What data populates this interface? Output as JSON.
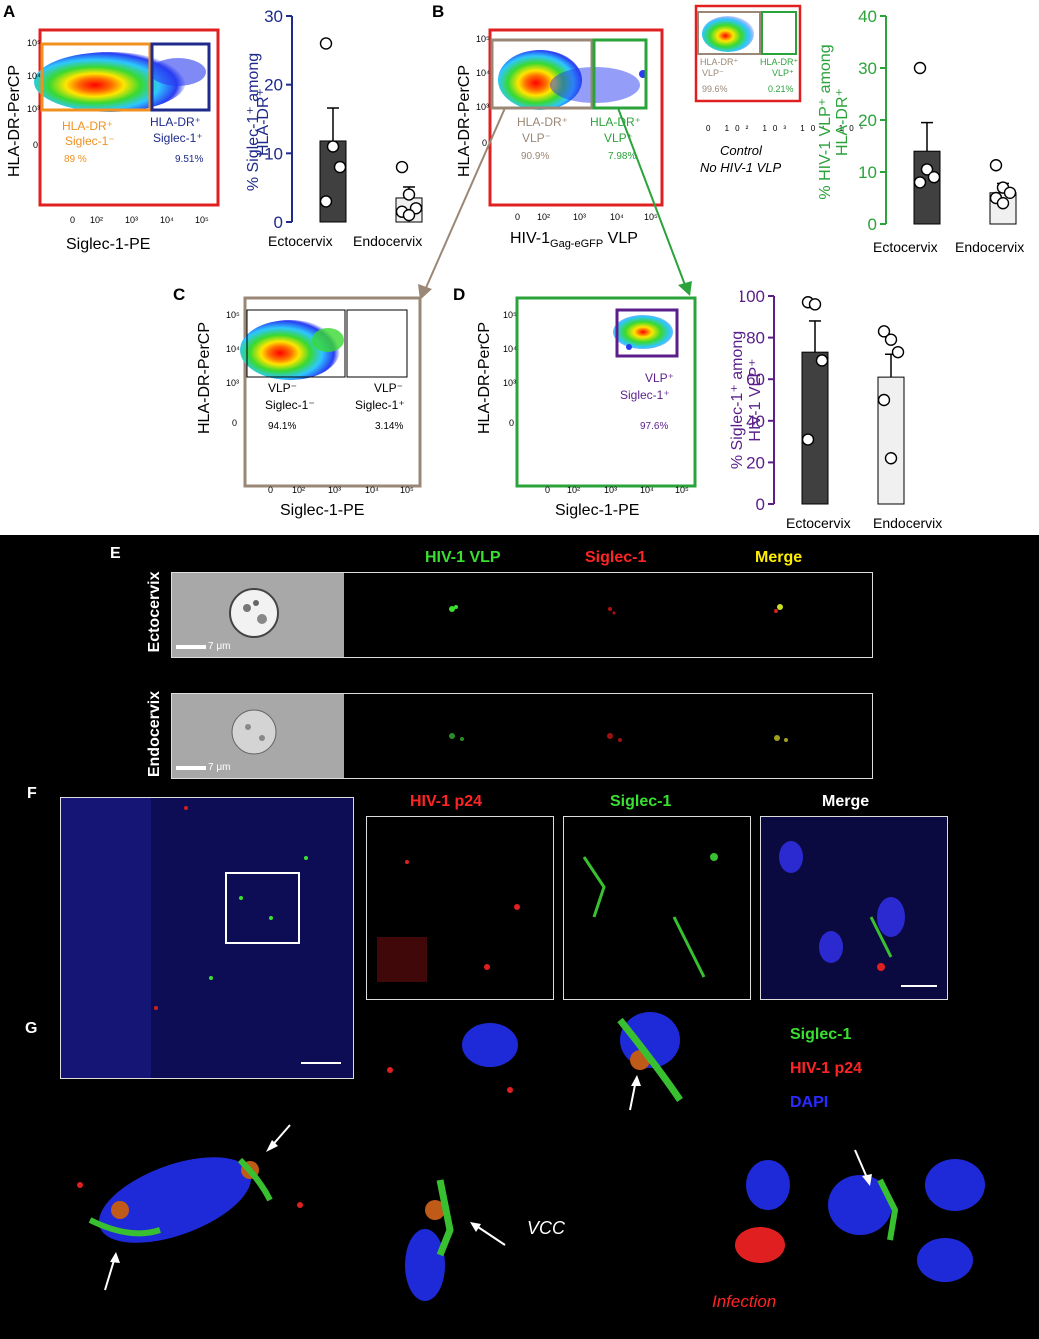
{
  "panels": {
    "A": {
      "letter": "A",
      "y_axis": "HLA-DR-PerCP",
      "x_axis": "Siglec-1-PE",
      "gate1": {
        "line1": "HLA-DR⁺",
        "line2": "Siglec-1⁻",
        "pct": "89 %"
      },
      "gate2": {
        "line1": "HLA-DR⁺",
        "line2": "Siglec-1⁺",
        "pct": "9.51%"
      },
      "bar_ylabel_l1": "% Siglec-1⁺ among",
      "bar_ylabel_l2": "HLA-DR⁺",
      "cat1": "Ectocervix",
      "cat2": "Endocervix"
    },
    "B": {
      "letter": "B",
      "y_axis": "HLA-DR-PerCP",
      "x_axis_main": "HIV-1",
      "x_axis_sub": "Gag-eGFP",
      "x_axis_tail": " VLP",
      "gate1": {
        "line1": "HLA-DR⁺",
        "line2": "VLP⁻",
        "pct": "90.9%"
      },
      "gate2": {
        "line1": "HLA-DR⁺",
        "line2": "VLP⁺",
        "pct": "7.98%"
      },
      "ctrl_gate1": {
        "line1": "HLA-DR⁺",
        "line2": "VLP⁻",
        "pct": "99.6%"
      },
      "ctrl_gate2": {
        "line1": "HLA-DR⁺",
        "line2": "VLP⁺",
        "pct": "0.21%"
      },
      "ctrl_caption1": "Control",
      "ctrl_caption2": "No HIV-1 VLP",
      "bar_ylabel_l1": "% HIV-1 VLP⁺ among",
      "bar_ylabel_l2": "HLA-DR⁺",
      "cat1": "Ectocervix",
      "cat2": "Endocervix"
    },
    "C": {
      "letter": "C",
      "y_axis": "HLA-DR-PerCP",
      "x_axis": "Siglec-1-PE",
      "gate1": {
        "line1": "VLP⁻",
        "line2": "Siglec-1⁻",
        "pct": "94.1%"
      },
      "gate2": {
        "line1": "VLP⁻",
        "line2": "Siglec-1⁺",
        "pct": "3.14%"
      }
    },
    "D": {
      "letter": "D",
      "y_axis": "HLA-DR-PerCP",
      "x_axis": "Siglec-1-PE",
      "gate1": {
        "line1": "VLP⁺",
        "line2": "Siglec-1⁺",
        "pct": "97.6%"
      },
      "bar_ylabel_l1": "% Siglec-1⁺ among",
      "bar_ylabel_l2": "HIV-1 VLP⁺",
      "cat1": "Ectocervix",
      "cat2": "Endocervix"
    },
    "E": {
      "letter": "E",
      "col1": "HIV-1 VLP",
      "col2": "Siglec-1",
      "col3": "Merge",
      "row1": "Ectocervix",
      "row2": "Endocervix",
      "scale": "7 μm"
    },
    "F": {
      "letter": "F",
      "col1": "HIV-1 p24",
      "col2": "Siglec-1",
      "col3": "Merge"
    },
    "G": {
      "letter": "G",
      "legend1": "Siglec-1",
      "legend2": "HIV-1 p24",
      "legend3": "DAPI",
      "vcc": "VCC",
      "infection": "Infection"
    }
  },
  "ticks": {
    "y": [
      "10⁵",
      "10⁴",
      "10³",
      "0"
    ],
    "x": [
      "0",
      "10²",
      "10³",
      "10⁴",
      "10⁵"
    ]
  },
  "colors": {
    "gate_orange": "#f0901f",
    "gate_navy": "#1e2a8c",
    "gate_tan": "#9a8776",
    "gate_green": "#2aa33a",
    "gate_purple": "#5a1f8a",
    "frame_red": "#e02020",
    "bar_navy": "#1e2a8c",
    "bar_green": "#2aa33a",
    "bar_purple": "#5a1f8a"
  },
  "chart_data": [
    {
      "type": "bar",
      "panel": "A",
      "categories": [
        "Ectocervix",
        "Endocervix"
      ],
      "values": [
        11.8,
        3.5
      ],
      "errors": [
        4.8,
        1.6
      ],
      "points": [
        [
          26,
          11,
          8,
          3
        ],
        [
          8,
          4,
          2,
          1.5,
          1
        ]
      ],
      "ylabel": "% Siglec-1⁺ among HLA-DR⁺",
      "ylim": [
        0,
        30
      ],
      "yticks": [
        0,
        10,
        20,
        30
      ]
    },
    {
      "type": "bar",
      "panel": "B",
      "categories": [
        "Ectocervix",
        "Endocervix"
      ],
      "values": [
        14,
        6
      ],
      "errors": [
        5.5,
        1.8
      ],
      "points": [
        [
          30,
          10.5,
          9,
          8
        ],
        [
          11.3,
          7,
          6,
          5,
          4
        ]
      ],
      "ylabel": "% HIV-1 VLP⁺ among HLA-DR⁺",
      "ylim": [
        0,
        40
      ],
      "yticks": [
        0,
        10,
        20,
        30,
        40
      ]
    },
    {
      "type": "bar",
      "panel": "D",
      "categories": [
        "Ectocervix",
        "Endocervix"
      ],
      "values": [
        73,
        61
      ],
      "errors": [
        15,
        11
      ],
      "points": [
        [
          97,
          96,
          69,
          31
        ],
        [
          83,
          79,
          73,
          50,
          22
        ]
      ],
      "ylabel": "% Siglec-1⁺ among HIV-1 VLP⁺",
      "ylim": [
        0,
        100
      ],
      "yticks": [
        0,
        20,
        40,
        60,
        80,
        100
      ]
    }
  ]
}
